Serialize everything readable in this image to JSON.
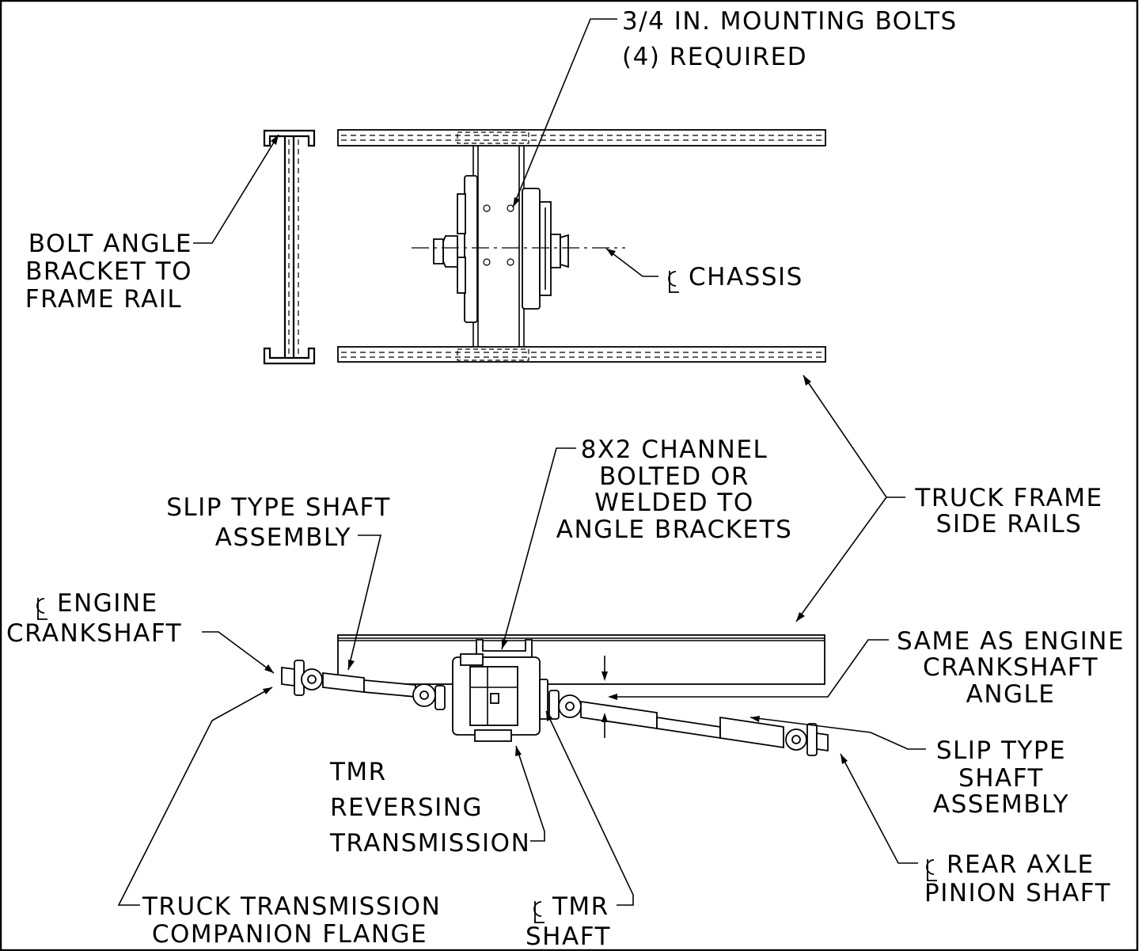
{
  "labels": {
    "mounting_bolts_1": "3/4 IN. MOUNTING BOLTS",
    "mounting_bolts_2": "(4) REQUIRED",
    "bolt_angle_1": "BOLT ANGLE",
    "bolt_angle_2": "BRACKET TO",
    "bolt_angle_3": "FRAME RAIL",
    "cl_chassis": "CHASSIS",
    "channel_1": "8X2 CHANNEL",
    "channel_2": "BOLTED OR",
    "channel_3": "WELDED TO",
    "channel_4": "ANGLE BRACKETS",
    "slip_top_1": "SLIP TYPE SHAFT",
    "slip_top_2": "ASSEMBLY",
    "side_rails_1": "TRUCK FRAME",
    "side_rails_2": "SIDE RAILS",
    "cl_engine_1": "ENGINE",
    "cl_engine_2": "CRANKSHAFT",
    "same_angle_1": "SAME AS ENGINE",
    "same_angle_2": "CRANKSHAFT",
    "same_angle_3": "ANGLE",
    "slip_right_1": "SLIP TYPE",
    "slip_right_2": "SHAFT",
    "slip_right_3": "ASSEMBLY",
    "tmr_1": "TMR",
    "tmr_2": "REVERSING",
    "tmr_3": "TRANSMISSION",
    "cl_axle_1": "REAR AXLE",
    "cl_axle_2": "PINION SHAFT",
    "truck_trans_1": "TRUCK TRANSMISSION",
    "truck_trans_2": "COMPANION FLANGE",
    "cl_tmr_1": "TMR",
    "cl_tmr_2": "SHAFT"
  }
}
